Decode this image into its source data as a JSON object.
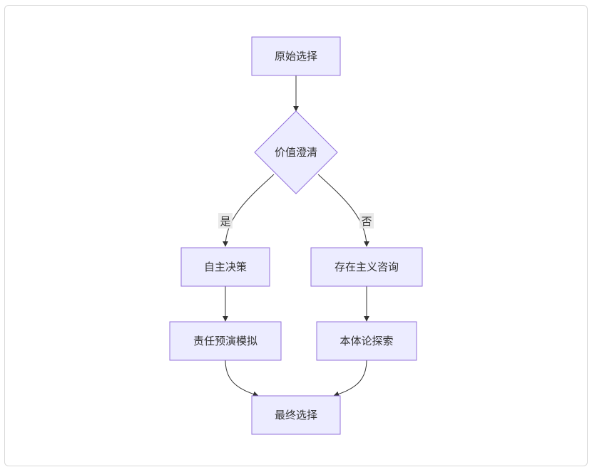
{
  "nodes": {
    "start": "原始选择",
    "decision": "价值澄清",
    "yes_branch": "自主决策",
    "no_branch": "存在主义咨询",
    "responsibility": "责任预演模拟",
    "ontology": "本体论探索",
    "final": "最终选择"
  },
  "edges": {
    "yes_label": "是",
    "no_label": "否"
  },
  "colors": {
    "node_fill": "#ececff",
    "node_stroke": "#9370db",
    "edge": "#333333",
    "label_bg": "#e8e8e8"
  }
}
